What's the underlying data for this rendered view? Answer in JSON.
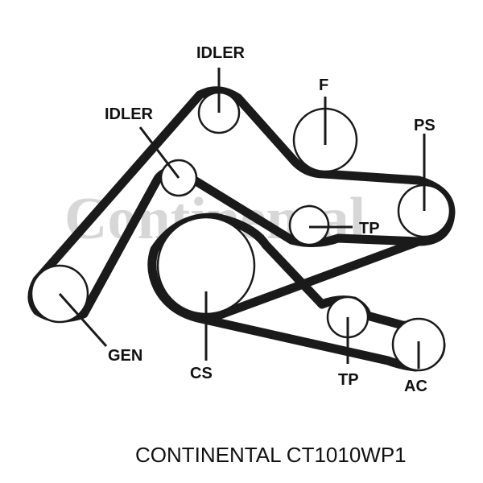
{
  "watermark": "Continental",
  "labels": {
    "idler_top": "IDLER",
    "idler_left": "IDLER",
    "f": "F",
    "ps": "PS",
    "tp_upper": "TP",
    "gen": "GEN",
    "cs": "CS",
    "tp_lower": "TP",
    "ac": "AC"
  },
  "caption": "CONTINENTAL CT1010WP1"
}
